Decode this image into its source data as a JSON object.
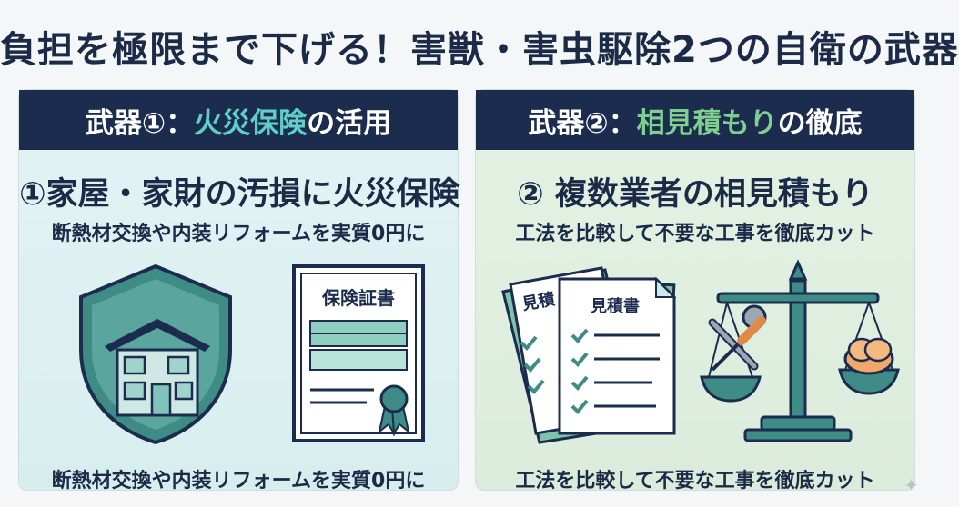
{
  "title": "負担を極限まで下げる！害獣・害虫駆除2つの自衛の武器",
  "left": {
    "header_prefix": "武器①：",
    "header_highlight": "火災保険",
    "header_suffix": "の活用",
    "heading": "①家屋・家財の汚損に火災保険",
    "subtitle_top": "断熱材交換や内装リフォームを実質0円に",
    "certificate_title": "保険証書",
    "subtitle_bottom": "断熱材交換や内装リフォームを実質0円に"
  },
  "right": {
    "header_prefix": "武器②：",
    "header_highlight": "相見積もり",
    "header_suffix": "の徹底",
    "heading": "② 複数業者の相見積もり",
    "subtitle_top": "工法を比較して不要な工事を徹底カット",
    "estimate_back_title": "見積",
    "estimate_front_title": "見積書",
    "subtitle_bottom": "工法を比較して不要な工事を徹底カット"
  },
  "colors": {
    "navy": "#1b2c4f",
    "teal": "#5fd0c6",
    "green": "#7fd08e",
    "shield": "#3e8c85"
  },
  "icons": [
    "shield-icon",
    "house-icon",
    "certificate-icon",
    "ribbon-seal-icon",
    "estimate-document-icon",
    "checkmark-icon",
    "balance-scale-icon",
    "wrench-icon",
    "screwdriver-icon",
    "coins-icon",
    "sparkle-icon"
  ]
}
